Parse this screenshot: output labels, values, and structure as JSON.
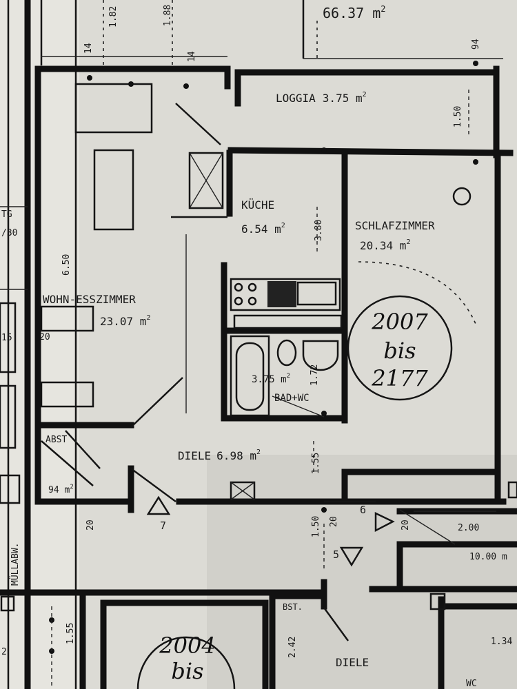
{
  "rooms": {
    "top_area": {
      "value": "66.37 m",
      "sup": "2"
    },
    "loggia": {
      "name": "LOGGIA",
      "area": "3.75 m",
      "sup": "2"
    },
    "kueche": {
      "name": "KÜCHE",
      "area": "6.54 m",
      "sup": "2"
    },
    "schlafzimmer": {
      "name": "SCHLAFZIMMER",
      "area": "20.34 m",
      "sup": "2"
    },
    "wohn_esszimmer": {
      "name": "WOHN-ESSZIMMER",
      "area": "23.07 m",
      "sup": "2"
    },
    "bad": {
      "name": "BAD+WC",
      "area": "3.75 m",
      "sup": "2"
    },
    "diele": {
      "name": "DIELE",
      "area": "6.98 m",
      "sup": "2"
    },
    "diele_lower": {
      "name": "DIELE"
    },
    "abst_left": {
      "name": "ABST",
      "area": "94 m",
      "sup": "2"
    },
    "abst_right": {
      "name": "BST."
    },
    "muellabw": {
      "name": "MÜLLABW."
    },
    "wc_lower": {
      "name": "WC"
    },
    "tg": {
      "name": "TG",
      "sub": "/30"
    }
  },
  "dimensions": {
    "d_1_82": "1.82",
    "d_1_88": "1.88",
    "d_14": "14",
    "d_14b": "14",
    "d_94": "94",
    "d_1_50_loggia": "1.50",
    "d_3_80": "3.80",
    "d_1_72": "1.72",
    "d_1_55": "1.55",
    "d_20_a": "20",
    "d_20_b": "20",
    "d_20_c": "20",
    "d_20_d": "20",
    "d_1_50_b": "1.50",
    "d_2_00": "2.00",
    "d_10_00": "10.00 m",
    "d_1_55_lower": "1.55",
    "d_2_42": "2.42",
    "d_1_34": "1.34",
    "d_15": "15",
    "d_6_50": "6.50",
    "d_2_left": "2"
  },
  "stamps": {
    "upper": {
      "line1": "2007",
      "line2": "bis",
      "line3": "2177"
    },
    "lower": {
      "line1": "2004",
      "line2": "bis"
    }
  },
  "markers": {
    "m7": "7",
    "m5": "5",
    "m6": "6"
  }
}
